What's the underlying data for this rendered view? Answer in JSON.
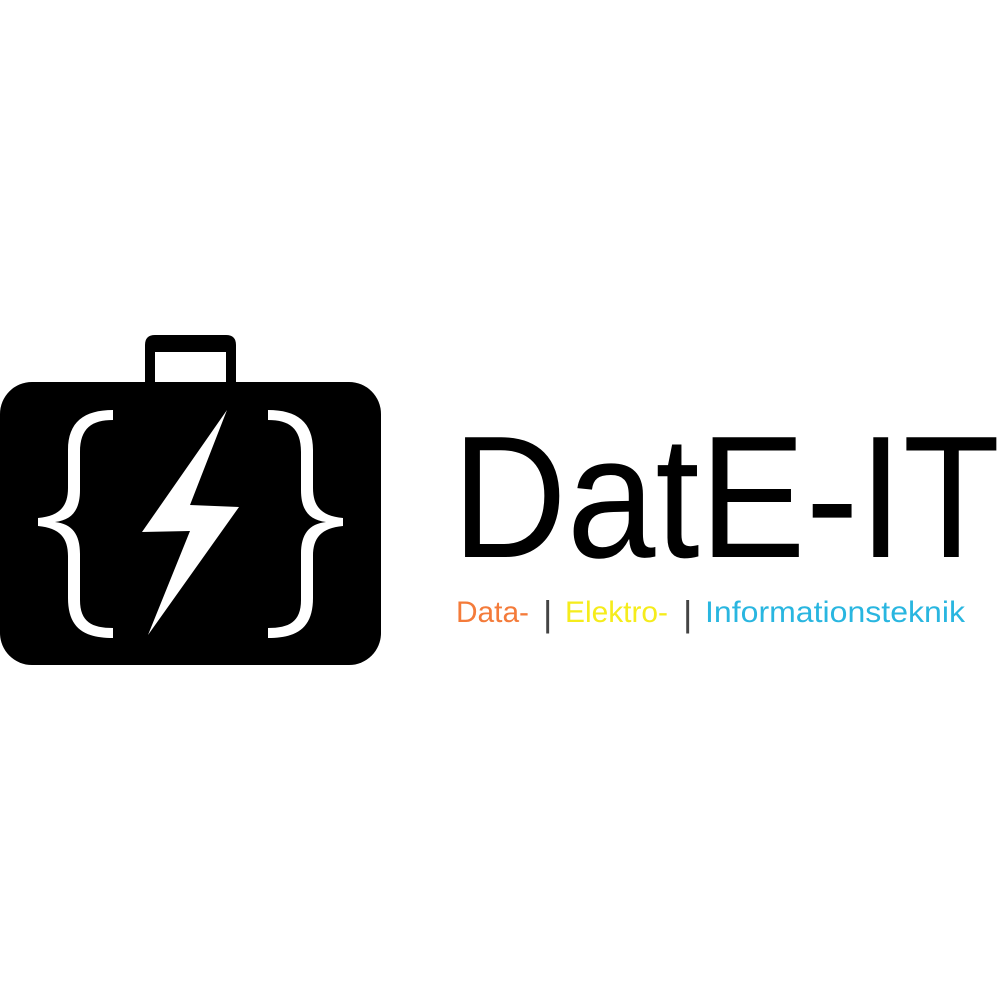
{
  "logo": {
    "title": "DatE-IT",
    "title_color": "#000000",
    "icon": {
      "name": "briefcase-code-bolt-icon",
      "body_color": "#000000",
      "glyph_color": "#ffffff",
      "left_brace": "{",
      "right_brace": "}"
    },
    "tagline": {
      "parts": [
        {
          "text": "Data-",
          "color": "#f47b3a"
        },
        {
          "text": "|",
          "color": "#444444"
        },
        {
          "text": "Elektro-",
          "color": "#f5ec1c"
        },
        {
          "text": "|",
          "color": "#444444"
        },
        {
          "text": "Informationsteknik",
          "color": "#29b6e0"
        }
      ]
    }
  },
  "background_color": "#ffffff"
}
